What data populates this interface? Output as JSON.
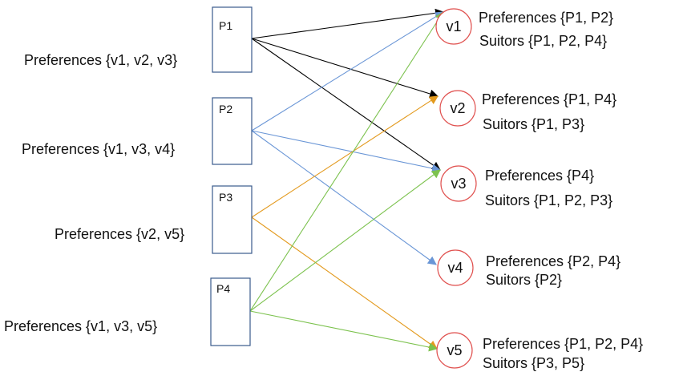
{
  "proposers": [
    {
      "id": "P1",
      "preferences": "Preferences {v1, v2, v3}"
    },
    {
      "id": "P2",
      "preferences": "Preferences {v1, v3, v4}"
    },
    {
      "id": "P3",
      "preferences": "Preferences {v2, v5}"
    },
    {
      "id": "P4",
      "preferences": "Preferences {v1, v3, v5}"
    }
  ],
  "receivers": [
    {
      "id": "v1",
      "preferences": "Preferences {P1, P2}",
      "suitors": "Suitors {P1, P2, P4}"
    },
    {
      "id": "v2",
      "preferences": "Preferences {P1, P4}",
      "suitors": "Suitors {P1, P3}"
    },
    {
      "id": "v3",
      "preferences": "Preferences {P4}",
      "suitors": "Suitors {P1, P2, P3}"
    },
    {
      "id": "v4",
      "preferences": "Preferences  {P2, P4}",
      "suitors": "Suitors {P2}"
    },
    {
      "id": "v5",
      "preferences": "Preferences {P1, P2, P4}",
      "suitors": "Suitors {P3, P5}"
    }
  ],
  "edges": [
    {
      "from": "P1",
      "to": "v1",
      "color": "#000000"
    },
    {
      "from": "P1",
      "to": "v2",
      "color": "#000000"
    },
    {
      "from": "P1",
      "to": "v3",
      "color": "#000000"
    },
    {
      "from": "P2",
      "to": "v1",
      "color": "#6a96d6"
    },
    {
      "from": "P2",
      "to": "v3",
      "color": "#6a96d6"
    },
    {
      "from": "P2",
      "to": "v4",
      "color": "#6a96d6"
    },
    {
      "from": "P3",
      "to": "v2",
      "color": "#e39a1e"
    },
    {
      "from": "P3",
      "to": "v5",
      "color": "#e39a1e"
    },
    {
      "from": "P4",
      "to": "v1",
      "color": "#7cc24e"
    },
    {
      "from": "P4",
      "to": "v3",
      "color": "#7cc24e"
    },
    {
      "from": "P4",
      "to": "v5",
      "color": "#7cc24e"
    }
  ],
  "colors": {
    "proposer_box": "#3a5a8c",
    "receiver_circle": "#e0514f",
    "text": "#111111"
  }
}
